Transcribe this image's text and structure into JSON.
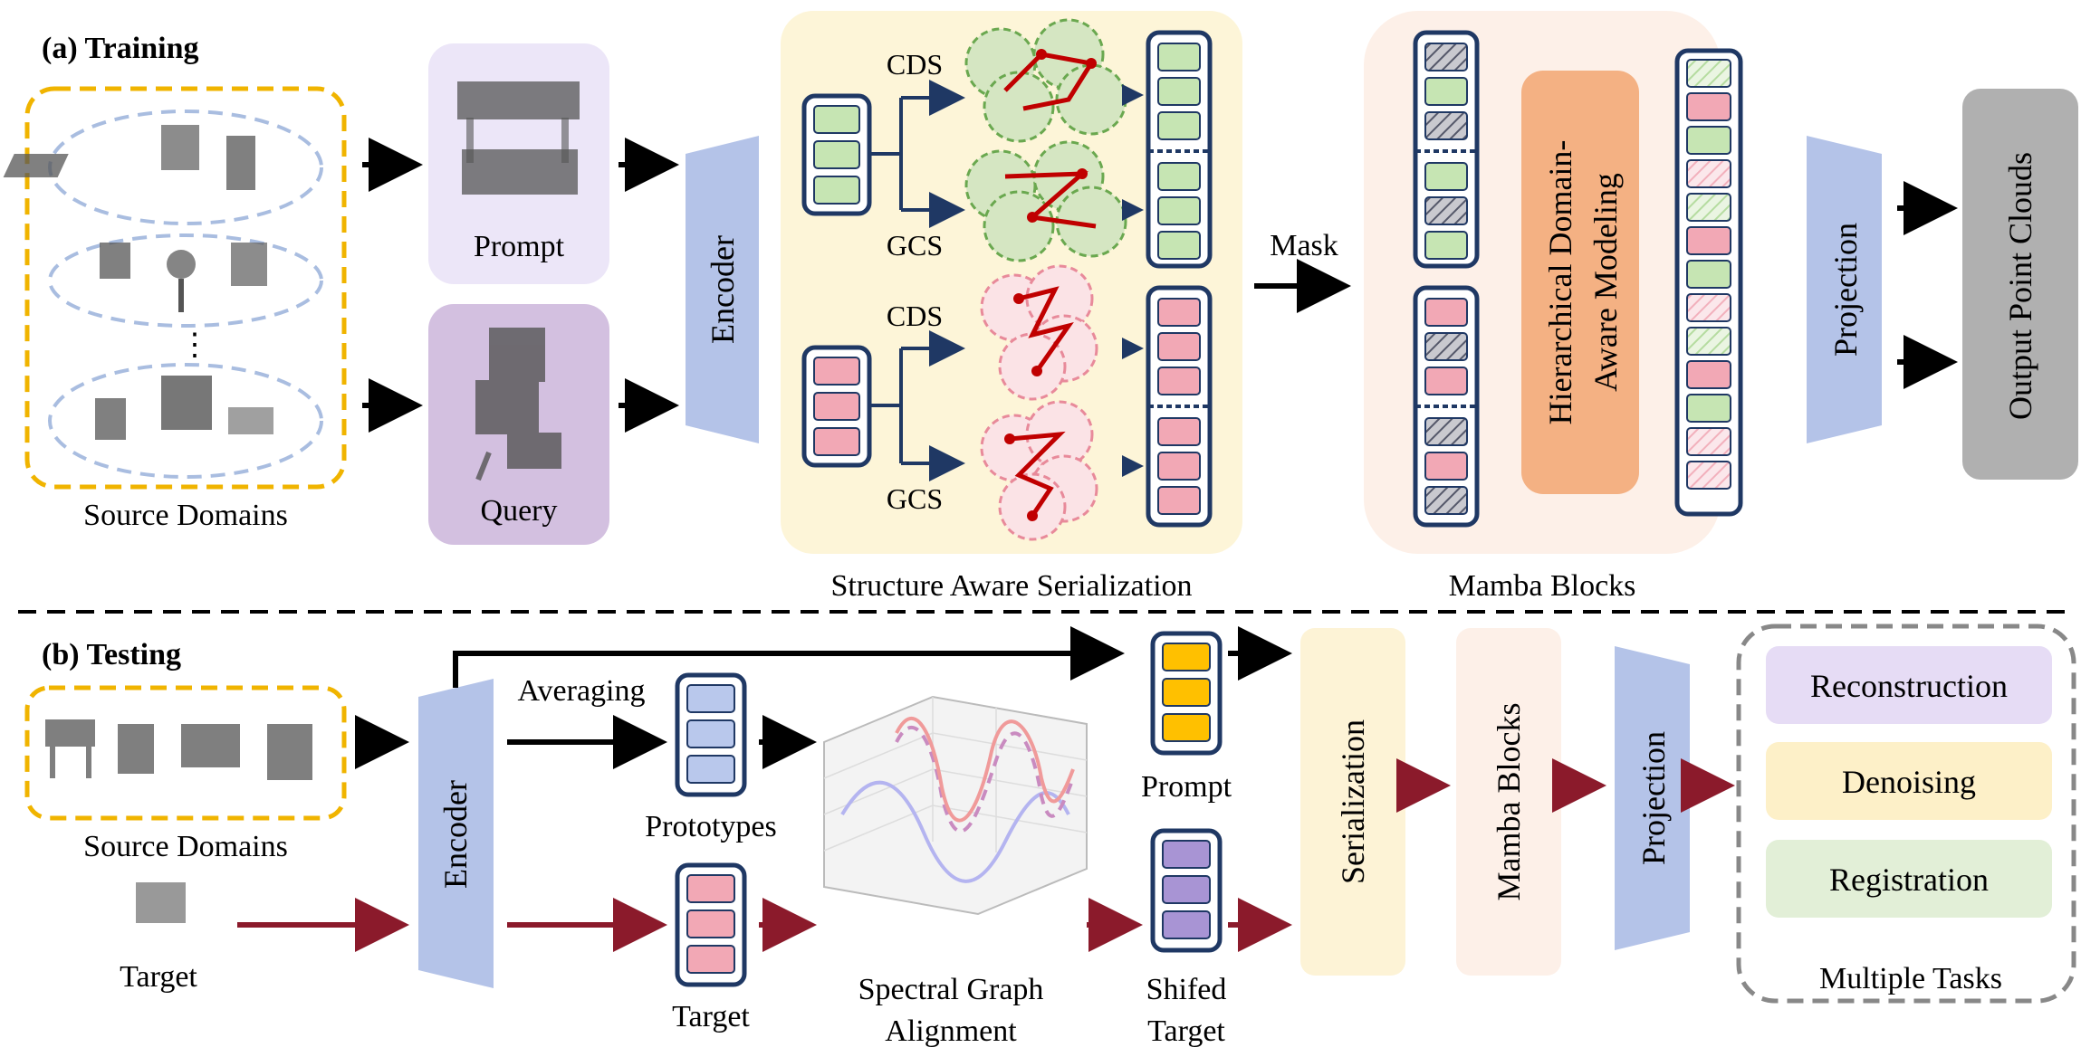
{
  "training": {
    "section_label": "(a) Training",
    "source_domains": "Source Domains",
    "prompt": "Prompt",
    "query": "Query",
    "encoder": "Encoder",
    "cds_top": "CDS",
    "gcs_top": "GCS",
    "cds_bottom": "CDS",
    "gcs_bottom": "GCS",
    "serialization_caption": "Structure Aware Serialization",
    "mask": "Mask",
    "hierarchical_line1": "Hierarchical Domain-",
    "hierarchical_line2": "Aware Modeling",
    "mamba_caption": "Mamba Blocks",
    "projection": "Projection",
    "output": "Output Point Clouds",
    "ellipsis": "⋮"
  },
  "testing": {
    "section_label": "(b) Testing",
    "source_domains": "Source Domains",
    "target_input": "Target",
    "encoder": "Encoder",
    "averaging": "Averaging",
    "prototypes": "Prototypes",
    "target_tokens": "Target",
    "spectral_line1": "Spectral Graph",
    "spectral_line2": "Alignment",
    "prompt": "Prompt",
    "shifted_line1": "Shifed",
    "shifted_line2": "Target",
    "serialization": "Serialization",
    "mamba": "Mamba Blocks",
    "projection": "Projection",
    "tasks": [
      "Reconstruction",
      "Denoising",
      "Registration"
    ],
    "tasks_caption": "Multiple Tasks"
  },
  "colors": {
    "green_token": "#c6e5b3",
    "pink_token": "#f2a8b5",
    "blue_token": "#b9c8ec",
    "yellow_token": "#ffc000",
    "purple_token": "#a894d4",
    "token_border": "#1f3864",
    "encoder_fill": "#b4c3e8",
    "dark_red": "#8b1a2b",
    "orange_box": "#f4b183",
    "gray_box": "#b0b0b0",
    "gold_dash": "#f0b400"
  }
}
